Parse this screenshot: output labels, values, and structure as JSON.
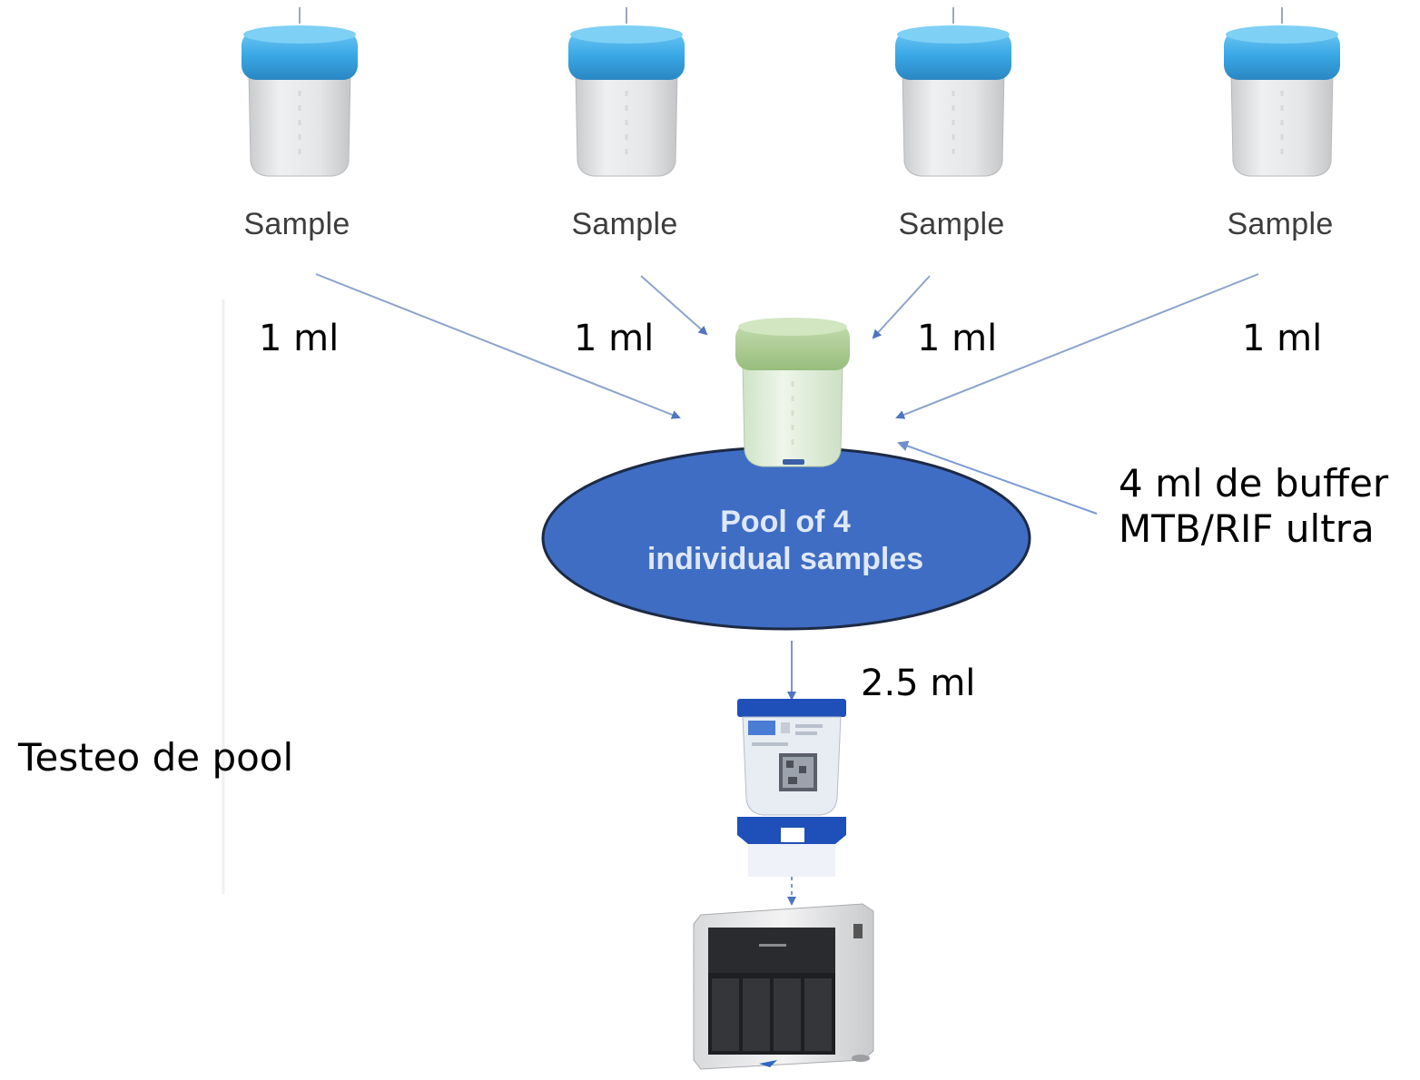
{
  "samples": [
    {
      "label": "Sample",
      "volume": "1 ml"
    },
    {
      "label": "Sample",
      "volume": "1 ml"
    },
    {
      "label": "Sample",
      "volume": "1 ml"
    },
    {
      "label": "Sample",
      "volume": "1 ml"
    }
  ],
  "pool": {
    "line1": "Pool of 4",
    "line2": "individual samples"
  },
  "buffer": {
    "line1": "4 ml de buffer",
    "line2": "MTB/RIF ultra"
  },
  "transfer_volume": "2.5 ml",
  "side_label": "Testeo de pool",
  "colors": {
    "sample_cap": "#37a9e8",
    "pool_cap": "#a7c98e",
    "pool_ellipse": "#3d6cc3",
    "arrow": "#4f74c0",
    "cartridge_blue": "#1f4fb8"
  }
}
